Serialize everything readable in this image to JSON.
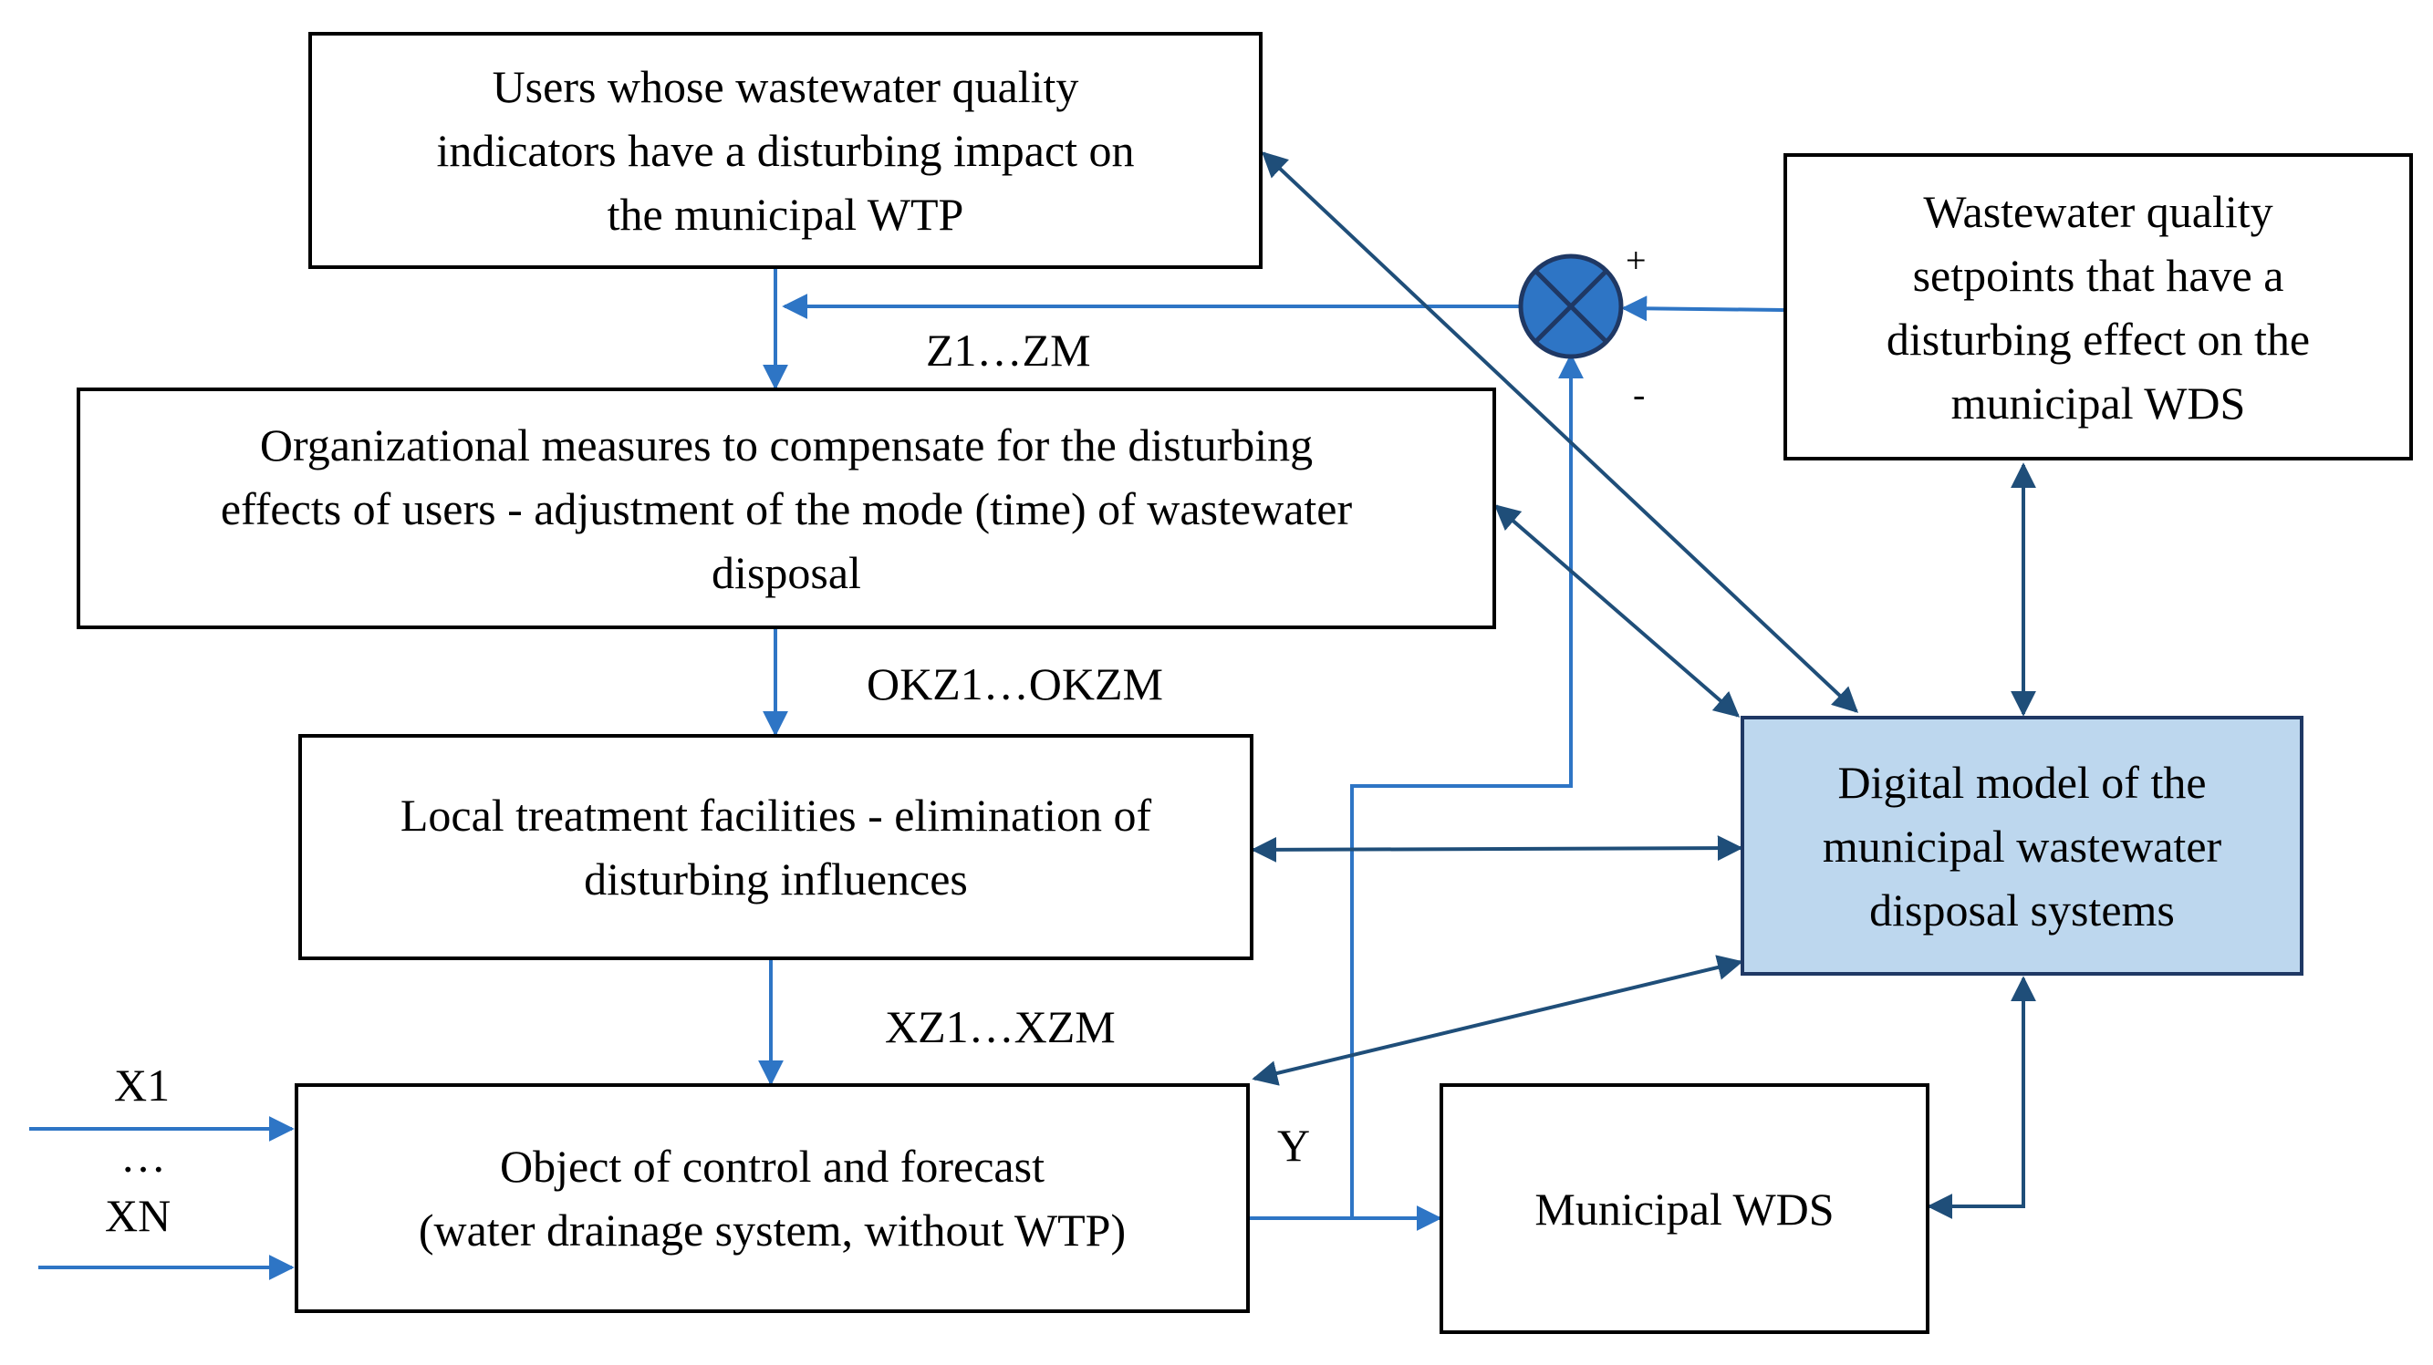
{
  "colors": {
    "flow_arrow": "#2e75c5",
    "link_arrow": "#1f4e79",
    "model_fill": "#bdd7ee",
    "model_border": "#1f3864",
    "summing_fill": "#2e75c5"
  },
  "boxes": {
    "users": "Users whose wastewater quality\nindicators have a disturbing impact on\nthe municipal WTP",
    "org_measures": "Organizational measures to compensate for the disturbing\neffects of users - adjustment of the mode (time) of wastewater\ndisposal",
    "local_treatment": "Local treatment facilities - elimination of\ndisturbing influences",
    "object": "Object of control and forecast\n(water drainage system, without WTP)",
    "municipal_wds": "Municipal WDS",
    "setpoints": "Wastewater quality\nsetpoints that have a\ndisturbing effect on the\nmunicipal WDS",
    "digital_model": "Digital model of the\nmunicipal wastewater\ndisposal systems"
  },
  "labels": {
    "z": "Z1…ZM",
    "okz": "OKZ1…OKZM",
    "xz": "XZ1…XZM",
    "x1": "X1",
    "ellipsis": "…",
    "xn": "XN",
    "y": "Y",
    "plus": "+",
    "minus": "-"
  }
}
